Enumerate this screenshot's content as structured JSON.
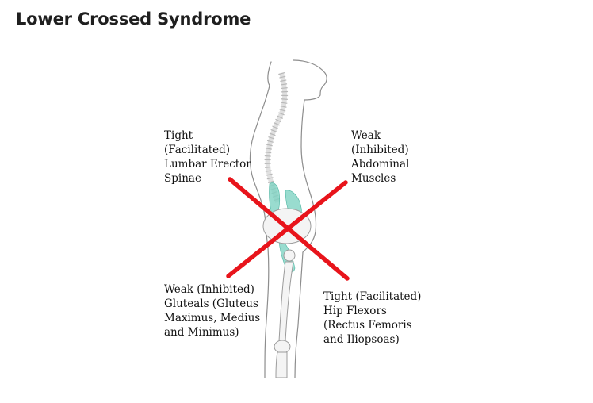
{
  "title": "Lower Crossed Syndrome",
  "colors": {
    "cross": "#e8141b",
    "outline": "#8d8d8d",
    "spine": "#c9c9c9",
    "muscle": "#7fd3c3"
  },
  "labels": {
    "top_left": [
      "Tight",
      "(Facilitated)",
      "Lumbar Erector",
      "Spinae"
    ],
    "top_right": [
      "Weak",
      "(Inhibited)",
      "Abdominal",
      "Muscles"
    ],
    "bottom_left": [
      "Weak (Inhibited)",
      "Gluteals (Gluteus",
      "Maximus, Medius",
      "and Minimus)"
    ],
    "bottom_right": [
      "Tight (Facilitated)",
      "Hip Flexors",
      "(Rectus Femoris",
      "and Iliopsoas)"
    ]
  }
}
